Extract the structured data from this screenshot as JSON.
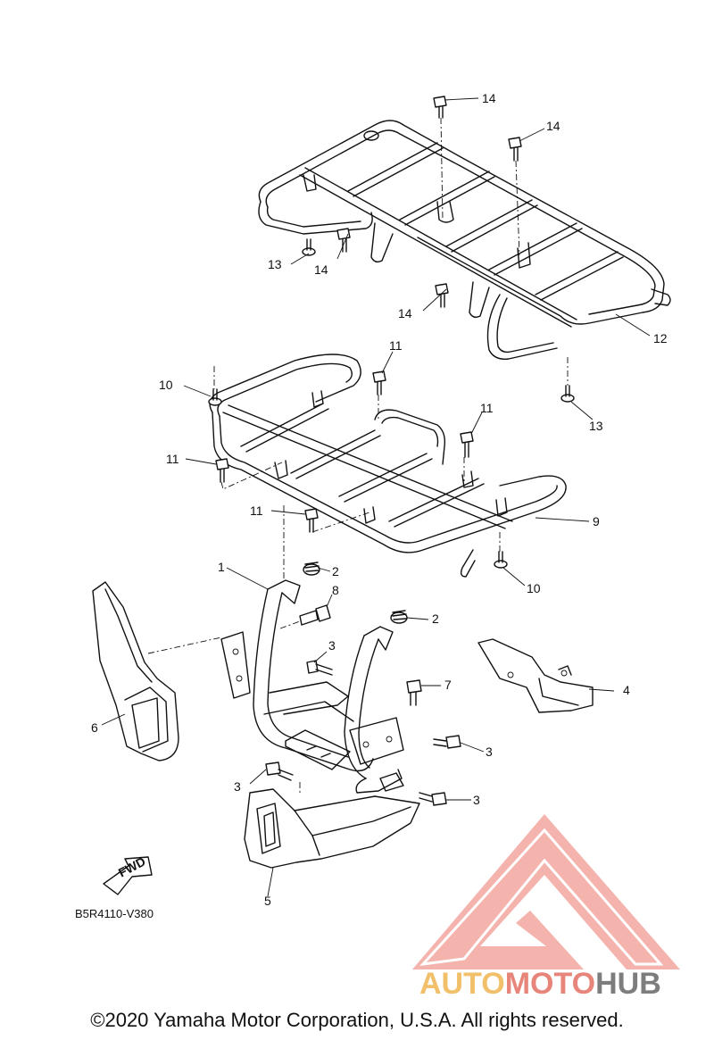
{
  "diagram": {
    "code": "B5R4110-V380",
    "copyright": "©2020 Yamaha Motor Corporation, U.S.A. All rights reserved.",
    "fwd_label": "FWD",
    "callouts": [
      "1",
      "2",
      "2",
      "3",
      "3",
      "3",
      "3",
      "4",
      "5",
      "6",
      "7",
      "8",
      "9",
      "10",
      "10",
      "11",
      "11",
      "11",
      "11",
      "12",
      "13",
      "13",
      "14",
      "14",
      "14",
      "14"
    ]
  },
  "watermark": {
    "part1": "AUTO",
    "part2": "MOTO",
    "part3": "HUB",
    "colors": {
      "triangle": "#f4a6a0",
      "auto": "#f2c06a",
      "moto": "#e8857a",
      "hub": "#7d7d7d"
    }
  }
}
